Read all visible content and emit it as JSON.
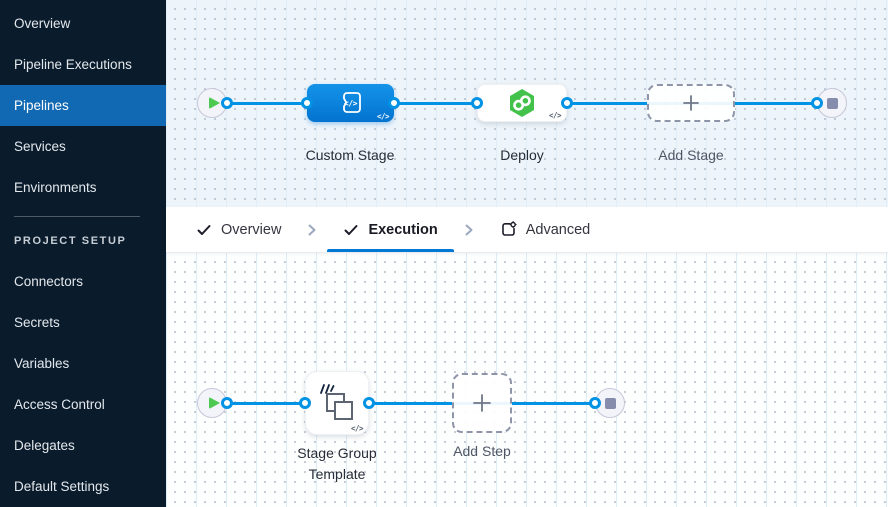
{
  "colors": {
    "sidebar_bg": "#0a1b2c",
    "active_item_bg": "#1269b3",
    "accent_blue": "#0278d5",
    "edge_blue": "#0092e4",
    "play_green": "#4dc952",
    "deploy_green": "#42c24b"
  },
  "icons": {
    "code": "</>"
  },
  "sidebar": {
    "items": [
      {
        "label": "Overview",
        "active": false
      },
      {
        "label": "Pipeline Executions",
        "active": false
      },
      {
        "label": "Pipelines",
        "active": true
      },
      {
        "label": "Services",
        "active": false
      },
      {
        "label": "Environments",
        "active": false
      }
    ],
    "section_label": "PROJECT SETUP",
    "setup_items": [
      {
        "label": "Connectors"
      },
      {
        "label": "Secrets"
      },
      {
        "label": "Variables"
      },
      {
        "label": "Access Control"
      },
      {
        "label": "Delegates"
      },
      {
        "label": "Default Settings"
      }
    ]
  },
  "tab_bar": {
    "tabs": [
      {
        "label": "Overview",
        "state": "completed"
      },
      {
        "label": "Execution",
        "state": "active"
      },
      {
        "label": "Advanced",
        "state": "default"
      }
    ]
  },
  "stage_canvas": {
    "nodes": [
      {
        "label": "Custom Stage",
        "type": "custom-stage"
      },
      {
        "label": "Deploy",
        "type": "deploy"
      },
      {
        "label": "Add Stage",
        "type": "add"
      }
    ]
  },
  "execution_canvas": {
    "nodes": [
      {
        "label": "Stage Group Template",
        "type": "stage-group-template"
      },
      {
        "label": "Add Step",
        "type": "add"
      }
    ]
  }
}
